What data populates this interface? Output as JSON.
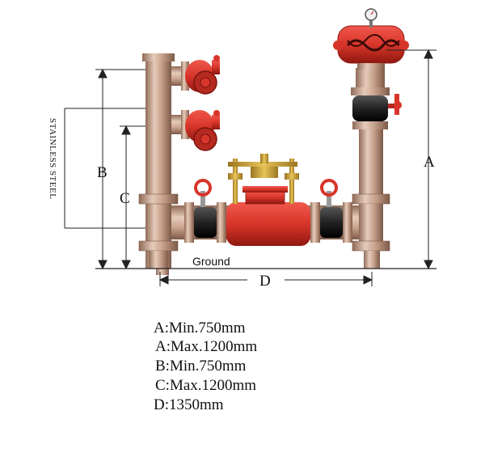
{
  "labels": {
    "A": "A",
    "B": "B",
    "C": "C",
    "D": "D",
    "ground": "Ground",
    "material": "STAINLESS STEEL"
  },
  "specs": [
    "A:Min.750mm",
    "A:Max.1200mm",
    "B:Min.750mm",
    "C:Max.1200mm",
    "D:1350mm"
  ],
  "colors": {
    "pipe": "#c9a48e",
    "pipe_dark": "#8f6b57",
    "red": "#d8352a",
    "red_dark": "#9e1c14",
    "black": "#222222",
    "brass": "#caa13a"
  }
}
